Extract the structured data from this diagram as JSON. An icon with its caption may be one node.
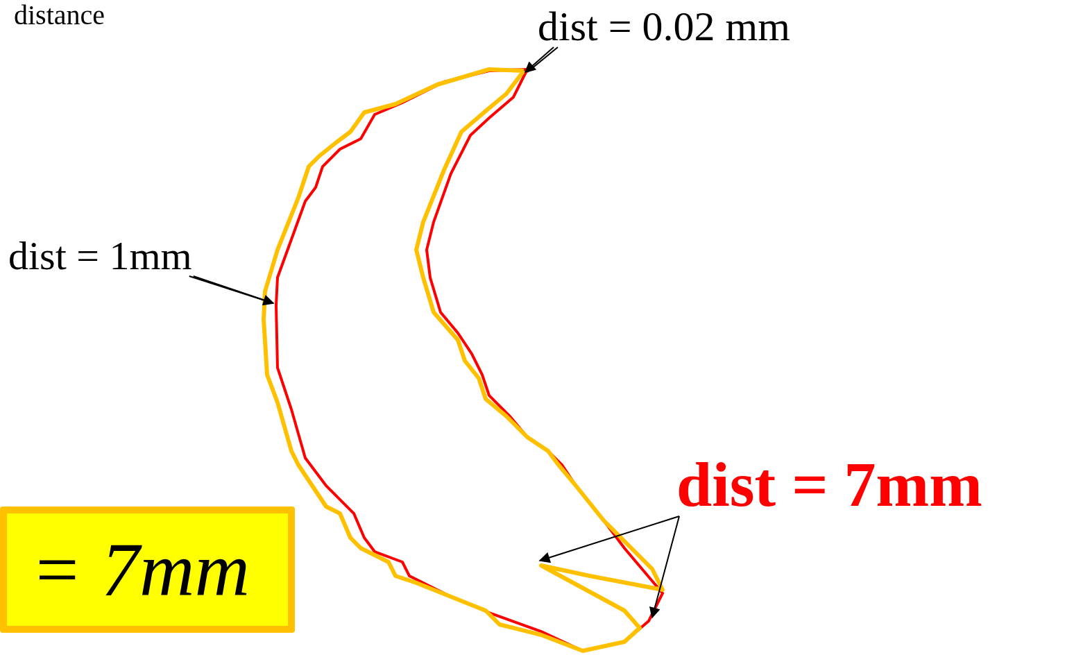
{
  "diagram": {
    "nodes": [
      {
        "text": [
          "dist = 0.02 mm"
        ]
      },
      {
        "text": [
          "dist = 1mm"
        ]
      },
      {
        "text": [
          "dist = 7mm"
        ]
      },
      {
        "text": [
          "= 7mm"
        ]
      }
    ],
    "edges": [
      {
        "from": 0,
        "to": null,
        "arrow": "to"
      },
      {
        "from": 1,
        "to": null,
        "arrow": "to"
      },
      {
        "from": 2,
        "to": null,
        "arrow": "to"
      },
      {
        "from": 2,
        "to": null,
        "arrow": "to"
      }
    ],
    "labels": [
      "distance"
    ]
  }
}
